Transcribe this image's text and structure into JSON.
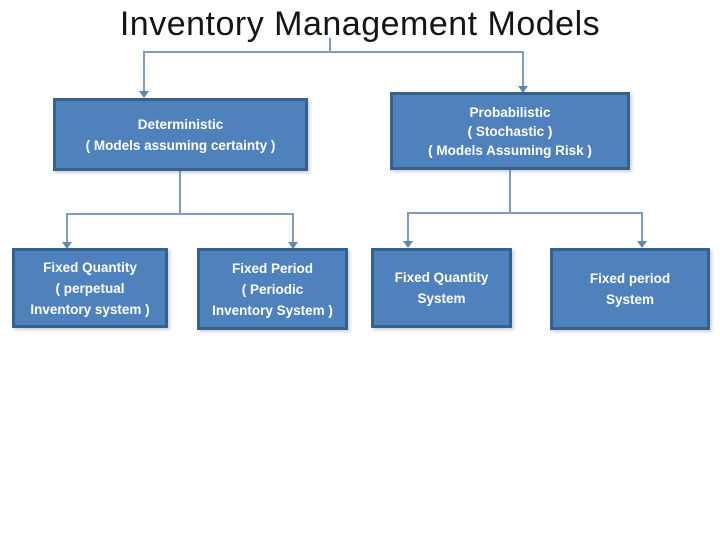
{
  "title": "Inventory Management Models",
  "colors": {
    "background": "#ffffff",
    "box_fill": "#4f81bd",
    "box_border": "#35618f",
    "box_text": "#ffffff",
    "connector": "#7d9cc0",
    "arrow": "#5e88b4",
    "title_text": "#151515"
  },
  "nodes": {
    "deterministic": {
      "lines": [
        "Deterministic",
        "( Models assuming certainty )"
      ]
    },
    "probabilistic": {
      "lines": [
        "Probabilistic",
        "( Stochastic )",
        "( Models Assuming Risk )"
      ]
    },
    "fixed_quantity_perpetual": {
      "lines": [
        "Fixed Quantity",
        "( perpetual",
        "Inventory system )"
      ]
    },
    "fixed_period_periodic": {
      "lines": [
        "Fixed Period",
        "( Periodic",
        "Inventory System )"
      ]
    },
    "fixed_quantity_system": {
      "lines": [
        "Fixed Quantity",
        "System"
      ]
    },
    "fixed_period_system": {
      "lines": [
        "Fixed period",
        "System"
      ]
    }
  },
  "tree": {
    "root": "Inventory Management Models",
    "children": [
      {
        "label": "Deterministic ( Models assuming certainty )",
        "children": [
          "Fixed Quantity ( perpetual Inventory system )",
          "Fixed Period ( Periodic Inventory System )"
        ]
      },
      {
        "label": "Probabilistic ( Stochastic ) ( Models Assuming Risk )",
        "children": [
          "Fixed Quantity System",
          "Fixed period System"
        ]
      }
    ]
  }
}
